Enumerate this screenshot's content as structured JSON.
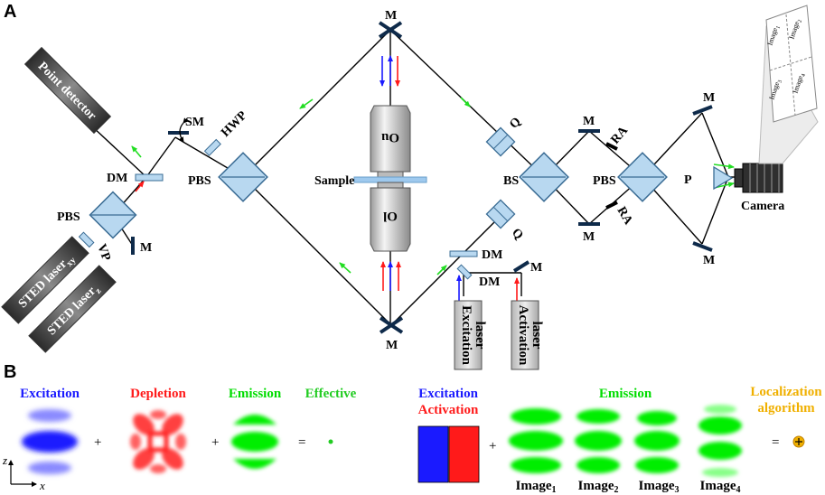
{
  "panels": {
    "a": "A",
    "b": "B"
  },
  "optics": {
    "mirror": "M",
    "scan_mirror": "SM",
    "hwp": "HWP",
    "pbs": "PBS",
    "dm": "DM",
    "vp": "VP",
    "bs": "BS",
    "ra": "RA",
    "q": "Q",
    "prism": "P",
    "sample": "Sample",
    "objective_upper": "Ou",
    "objective_lower": "Ol",
    "camera": "Camera"
  },
  "boxes": {
    "point_detector": "Point detector",
    "sted_laser_xy": "STED laser",
    "sted_laser_xy_sub": "xy",
    "sted_laser_z": "STED laser",
    "sted_laser_z_sub": "z",
    "excitation_laser_1": "Excitation",
    "excitation_laser_2": "laser",
    "activation_laser_1": "Activation",
    "activation_laser_2": "laser"
  },
  "camera_images": [
    {
      "base": "Image",
      "sub": "1"
    },
    {
      "base": "Image",
      "sub": "2"
    },
    {
      "base": "Image",
      "sub": "3"
    },
    {
      "base": "Image",
      "sub": "4"
    }
  ],
  "psf_left": {
    "excitation": "Excitation",
    "depletion": "Depletion",
    "emission": "Emission",
    "effective": "Effective"
  },
  "psf_right": {
    "excitation": "Excitation",
    "activation": "Activation",
    "emission": "Emission",
    "localization_1": "Localization",
    "localization_2": "algorithm"
  },
  "operators": {
    "plus": "+",
    "equals": "="
  },
  "axes": {
    "z": "z",
    "x": "x"
  },
  "image_labels": [
    {
      "base": "Image",
      "sub": "1"
    },
    {
      "base": "Image",
      "sub": "2"
    },
    {
      "base": "Image",
      "sub": "3"
    },
    {
      "base": "Image",
      "sub": "4"
    }
  ],
  "colors": {
    "excitation": "#1a1aff",
    "depletion": "#ff1a1a",
    "emission": "#00dd00",
    "effective": "#22cc22",
    "localization": "#f0b000",
    "optic_fill": "#b8d8f0",
    "optic_stroke": "#3a6c94",
    "mirror": "#0e2a4a",
    "box_dark": "#555555"
  }
}
